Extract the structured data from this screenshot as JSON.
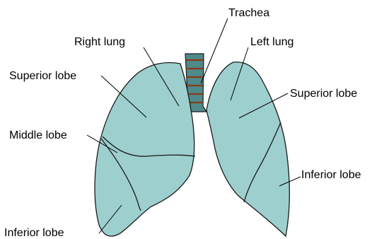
{
  "diagram": {
    "colors": {
      "lung_fill": "#9dcfcf",
      "trachea_fill": "#4f8a8a",
      "trachea_ring": "#8a3a1a",
      "outline": "#1a1a1a",
      "background": "#ffffff"
    },
    "labels": {
      "trachea": "Trachea",
      "right_lung": "Right lung",
      "left_lung": "Left lung",
      "right_superior_lobe": "Superior lobe",
      "right_middle_lobe": "Middle lobe",
      "right_inferior_lobe": "Inferior lobe",
      "left_superior_lobe": "Superior lobe",
      "left_inferior_lobe": "Inferior lobe"
    }
  }
}
